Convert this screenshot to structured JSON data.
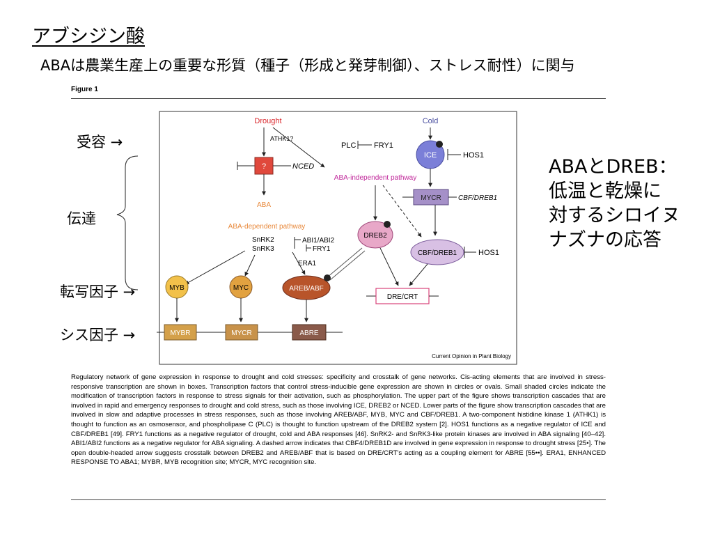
{
  "slide": {
    "title": "アブシジン酸",
    "subtitle": "ABAは農業生産上の重要な形質（種子（形成と発芽制御）、ストレス耐性）に関与"
  },
  "figure": {
    "label": "Figure 1",
    "credit": "Current Opinion in Plant Biology"
  },
  "left_labels": {
    "reception": "受容 →",
    "transmission": "伝達",
    "transcription_factor": "転写因子 →",
    "cis_element": "シス因子 →"
  },
  "right_panel": {
    "lines": [
      "ABAとDREB：",
      "低温と乾燥に",
      "対するシロイヌ",
      "ナズナの応答"
    ]
  },
  "diagram": {
    "drought": "Drought",
    "cold": "Cold",
    "athk1": "ATHK1?",
    "question": "?",
    "nced": "NCED",
    "aba": "ABA",
    "plc": "PLC",
    "fry1_top": "FRY1",
    "ice": "ICE",
    "hos1_top": "HOS1",
    "aba_independent": "ABA-independent pathway",
    "mycr_box": "MYCR",
    "cbf_dreb1_label": "CBF/DREB1",
    "aba_dependent": "ABA-dependent pathway",
    "snrk2": "SnRK2",
    "snrk3": "SnRK3",
    "abi": "ABI1/ABI2",
    "fry1_mid": "FRY1",
    "era1": "ERA1",
    "dreb2": "DREB2",
    "cbf_dreb1_oval": "CBF/DREB1",
    "hos1_mid": "HOS1",
    "myb": "MYB",
    "myc": "MYC",
    "areb_abf": "AREB/ABF",
    "dre_crt": "DRE/CRT",
    "mybr": "MYBR",
    "mycr_bottom": "MYCR",
    "abre": "ABRE"
  },
  "caption": "Regulatory network of gene expression in response to drought and cold stresses: specificity and crosstalk of gene networks. Cis-acting elements that are involved in stress-responsive transcription are shown in boxes. Transcription factors that control stress-inducible gene expression are shown in circles or ovals. Small shaded circles indicate the modification of transcription factors in response to stress signals for their activation, such as phosphorylation. The upper part of the figure shows transcription cascades that are involved in rapid and emergency responses to drought and cold stress, such as those involving ICE, DREB2 or NCED. Lower parts of the figure show transcription cascades that are involved in slow and adaptive processes in stress responses, such as those involving AREB/ABF, MYB, MYC and CBF/DREB1. A two-component histidine kinase 1 (ATHK1) is thought to function as an osmosensor, and phospholipase C (PLC) is thought to function upstream of the DREB2 system [2]. HOS1 functions as a negative regulator of ICE and CBF/DREB1 [49]. FRY1 functions as a negative regulator of drought, cold and ABA responses [46]. SnRK2- and SnRK3-like protein kinases are involved in ABA signaling [40–42]. ABI1/ABI2 functions as a negative regulator for ABA signaling. A dashed arrow indicates that CBF4/DREB1D are involved in gene expression in response to drought stress [25•]. The open double-headed arrow suggests crosstalk between DREB2 and AREB/ABF that is based on DRE/CRT's acting as a coupling element for ABRE [55••]. ERA1, ENHANCED RESPONSE TO ABA1; MYBR, MYB recognition site; MYCR, MYC recognition site.",
  "colors": {
    "drought": "#d9262b",
    "cold": "#4a4fa0",
    "aba_orange": "#e8883a",
    "aba_independent": "#c0279a",
    "question_box": "#e0483c",
    "ice": "#7b7fd8",
    "dreb2": "#e8a8c8",
    "cbf_oval": "#d8c0e4",
    "areb": "#b8542a",
    "myb": "#f2c14a",
    "myc": "#e2a240",
    "mybr": "#d4a04a",
    "mycr_bottom": "#c8924a",
    "abre": "#8a5a4a",
    "mycr_box": "#a590c8",
    "dre_box_border": "#d8447a"
  }
}
